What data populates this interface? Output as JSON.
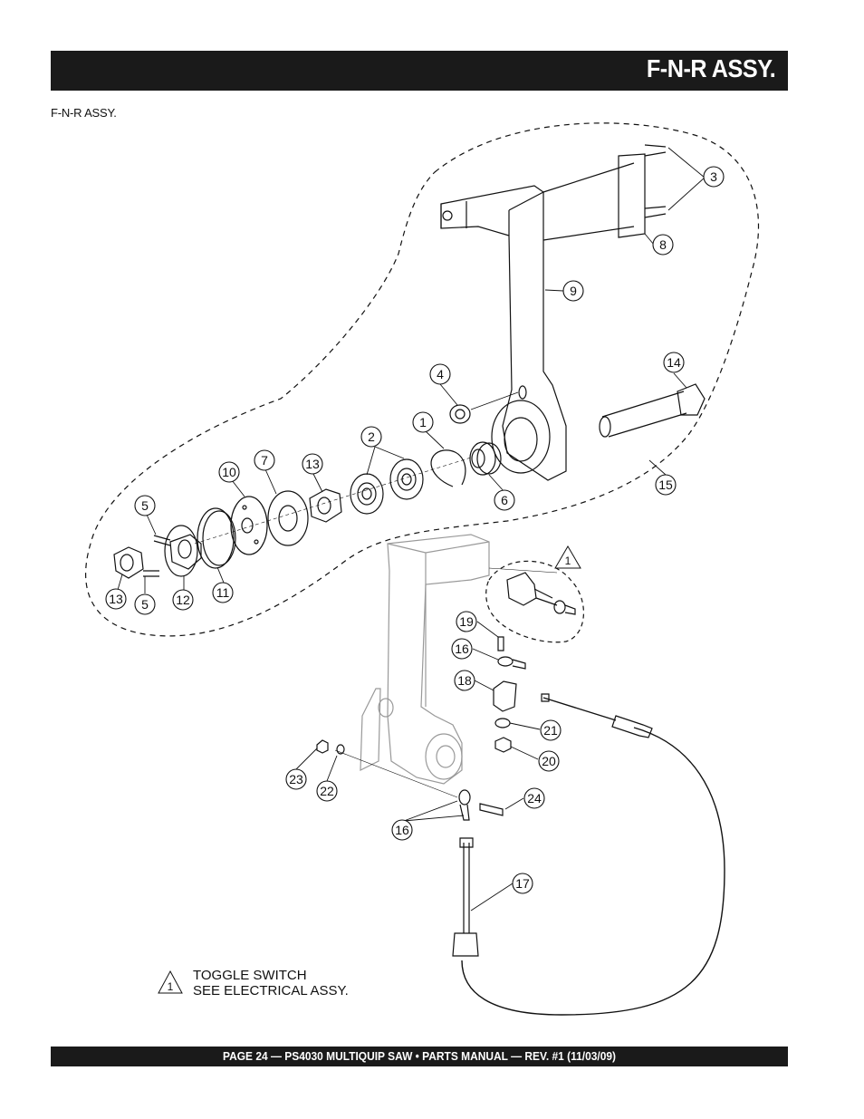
{
  "header": {
    "title": "F-N-R ASSY."
  },
  "subtitle": "F-N-R ASSY.",
  "callouts": {
    "c1": "1",
    "c2": "2",
    "c3": "3",
    "c4": "4",
    "c5": "5",
    "c6": "6",
    "c7": "7",
    "c8": "8",
    "c9": "9",
    "c10": "10",
    "c11": "11",
    "c12": "12",
    "c13": "13",
    "c14": "14",
    "c15": "15",
    "c16": "16",
    "c17": "17",
    "c18": "18",
    "c19": "19",
    "c20": "20",
    "c21": "21",
    "c22": "22",
    "c23": "23",
    "c24": "24"
  },
  "note": {
    "marker": "1",
    "line1": "TOGGLE SWITCH",
    "line2": "SEE ELECTRICAL ASSY."
  },
  "footer": {
    "text": "PAGE 24 — PS4030 MULTIQUIP SAW • PARTS MANUAL — REV. #1 (11/03/09)"
  }
}
